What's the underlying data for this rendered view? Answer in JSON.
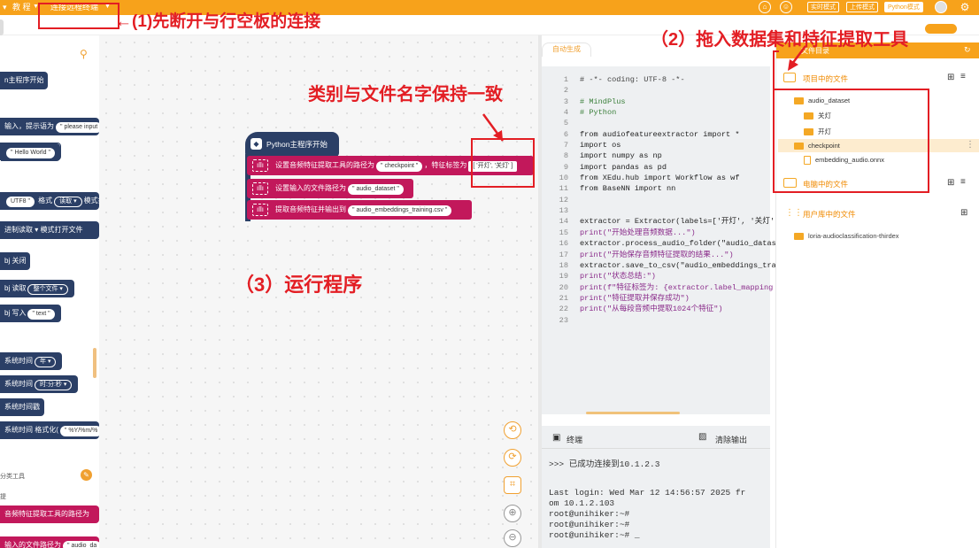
{
  "topbar": {
    "menu_tutorial": "教 程",
    "menu_remote": "连接远程终端",
    "mode_realtime": "实时模式",
    "mode_upload": "上传模式",
    "mode_python": "Python模式"
  },
  "left_panel": {
    "blocks": [
      {
        "text": "n主程序开始"
      },
      {
        "text": "输入，提示语为",
        "pill": "please input"
      },
      {
        "pill": "Hello World"
      },
      {
        "pill": "UTF8",
        "mid": "格式",
        "sel": "读取",
        "tail": "模式打"
      },
      {
        "text": "进制读取",
        "mid": "模式打开文件"
      },
      {
        "text": "bj 关闭"
      },
      {
        "text": "bj 读取",
        "sel": "整个文件"
      },
      {
        "text": "bj 写入",
        "pill": "text"
      },
      {
        "text": "系统时间",
        "sel": "年"
      },
      {
        "text": "系统时间",
        "sel": "时:分:秒"
      },
      {
        "text": "系统时间戳"
      },
      {
        "text": "系统时间 格式化(",
        "pill": "%Y/%m/%"
      },
      {
        "text": "音频特征提取工具的路径为"
      },
      {
        "text": "输入的文件路径为",
        "pill": "audio_da"
      }
    ],
    "category_label": "分类工具",
    "sub_label": "提"
  },
  "canvas": {
    "main_block_label": "Python主程序开始",
    "blocks": [
      {
        "label": "设置音频特征提取工具的路径为",
        "value": "checkpoint",
        "label2": "，特征标签为",
        "value2": "[ '开灯', '关灯' ]"
      },
      {
        "label": "设置输入的文件路径为",
        "value": "audio_dataset"
      },
      {
        "label": "提取音频特征并输出到",
        "value": "audio_embeddings_training.csv"
      }
    ]
  },
  "code_panel": {
    "tab_label": "自动生成",
    "lines": [
      {
        "n": "1",
        "t": "# -*- coding: UTF-8 -*-",
        "c": "#444"
      },
      {
        "n": "2",
        "t": "",
        "c": "#444"
      },
      {
        "n": "3",
        "t": "# MindPlus",
        "c": "#3a7f3a"
      },
      {
        "n": "4",
        "t": "# Python",
        "c": "#3a7f3a"
      },
      {
        "n": "5",
        "t": "",
        "c": "#444"
      },
      {
        "n": "6",
        "t": "from audiofeatureextractor import *",
        "c": "#222"
      },
      {
        "n": "7",
        "t": "import os",
        "c": "#222"
      },
      {
        "n": "8",
        "t": "import numpy as np",
        "c": "#222"
      },
      {
        "n": "9",
        "t": "import pandas as pd",
        "c": "#222"
      },
      {
        "n": "10",
        "t": "from XEdu.hub import Workflow as wf",
        "c": "#222"
      },
      {
        "n": "11",
        "t": "from BaseNN import nn",
        "c": "#222"
      },
      {
        "n": "12",
        "t": "",
        "c": "#444"
      },
      {
        "n": "13",
        "t": "",
        "c": "#444"
      },
      {
        "n": "14",
        "t": "extractor = Extractor(labels=['开灯', '关灯'",
        "c": "#222"
      },
      {
        "n": "15",
        "t": "print(\"开始处理音频数据...\")",
        "c": "#8a2b8a"
      },
      {
        "n": "16",
        "t": "extractor.process_audio_folder(\"audio_datas",
        "c": "#222"
      },
      {
        "n": "17",
        "t": "print(\"开始保存音频特征提取的结果...\")",
        "c": "#8a2b8a"
      },
      {
        "n": "18",
        "t": "extractor.save_to_csv(\"audio_embeddings_tra",
        "c": "#222"
      },
      {
        "n": "19",
        "t": "print(\"状态总结:\")",
        "c": "#8a2b8a"
      },
      {
        "n": "20",
        "t": "print(f\"特征标签为: {extractor.label_mapping",
        "c": "#8a2b8a"
      },
      {
        "n": "21",
        "t": "print(\"特征提取并保存成功\")",
        "c": "#8a2b8a"
      },
      {
        "n": "22",
        "t": "print(\"从每段音频中提取1024个特征\")",
        "c": "#8a2b8a"
      },
      {
        "n": "23",
        "t": "",
        "c": "#444"
      }
    ]
  },
  "terminal": {
    "title": "终端",
    "clear_label": "清除输出",
    "lines": [
      ">>> 已成功连接到10.1.2.3",
      "",
      "Last login: Wed Mar 12 14:56:57 2025 fr",
      "om 10.1.2.103",
      "root@unihiker:~#",
      "root@unihiker:~#",
      "root@unihiker:~# _"
    ]
  },
  "file_panel": {
    "header": "文件目录",
    "project_files": "项目中的文件",
    "computer_files": "电脑中的文件",
    "user_library": "用户库中的文件",
    "items": [
      {
        "name": "audio_dataset",
        "type": "folder"
      },
      {
        "name": "关灯",
        "type": "folder"
      },
      {
        "name": "开灯",
        "type": "folder"
      },
      {
        "name": "checkpoint",
        "type": "folder"
      },
      {
        "name": "embedding_audio.onnx",
        "type": "file"
      }
    ],
    "library_item": "loria-audioclassification-thirdex"
  },
  "annotations": {
    "step1": "(1)先断开与行空板的连接",
    "step2": "（2）拖入数据集和特征提取工具",
    "step3": "（3）运行程序",
    "note": "类别与文件名字保持一致"
  },
  "colors": {
    "accent": "#f7a21b",
    "block_magenta": "#c2185b",
    "block_navy": "#2b3f66",
    "annotation_red": "#e31e24"
  }
}
